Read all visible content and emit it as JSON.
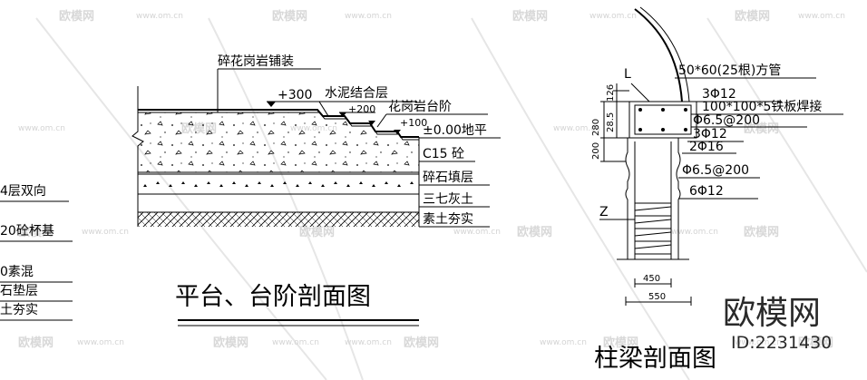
{
  "watermark": {
    "text": "欧模网",
    "url": "www.om.cn"
  },
  "left_partial": {
    "labels": [
      "4层双向",
      "20砼杯基",
      "0素混",
      "石垫层",
      "土夯实"
    ]
  },
  "section_platform": {
    "title": "平台、台阶剖面图",
    "labels": {
      "paving": "碎花岗岩铺装",
      "elev_300": "+300",
      "cement_bond": "水泥结合层",
      "elev_200": "+200",
      "granite_step": "花岗岩台阶",
      "elev_100": "+100",
      "ground": "±0.00地平",
      "c15": "C15 砼",
      "gravel": "碎石填层",
      "lime_soil": "三七灰土",
      "rammed_soil": "素土夯实"
    }
  },
  "section_beam": {
    "title": "柱梁剖面图",
    "labels": {
      "L": "L",
      "Z": "Z",
      "square_tube": "50*60(25根)方管",
      "rebar_3phi12_top": "3Φ12",
      "steel_plate": "100*100*5铁板焊接",
      "stirrup_top": "Φ6.5@200",
      "rebar_3phi12_bot": "3Φ12",
      "rebar_2phi16": "2Φ16",
      "stirrup_col": "Φ6.5@200",
      "rebar_6phi12": "6Φ12"
    },
    "dims": {
      "d280": "280",
      "d200": "200",
      "d28_5": "28.5",
      "d126": "126",
      "d450": "450",
      "d550": "550"
    }
  },
  "brand": {
    "name": "欧模网",
    "id": "ID:2231430"
  }
}
